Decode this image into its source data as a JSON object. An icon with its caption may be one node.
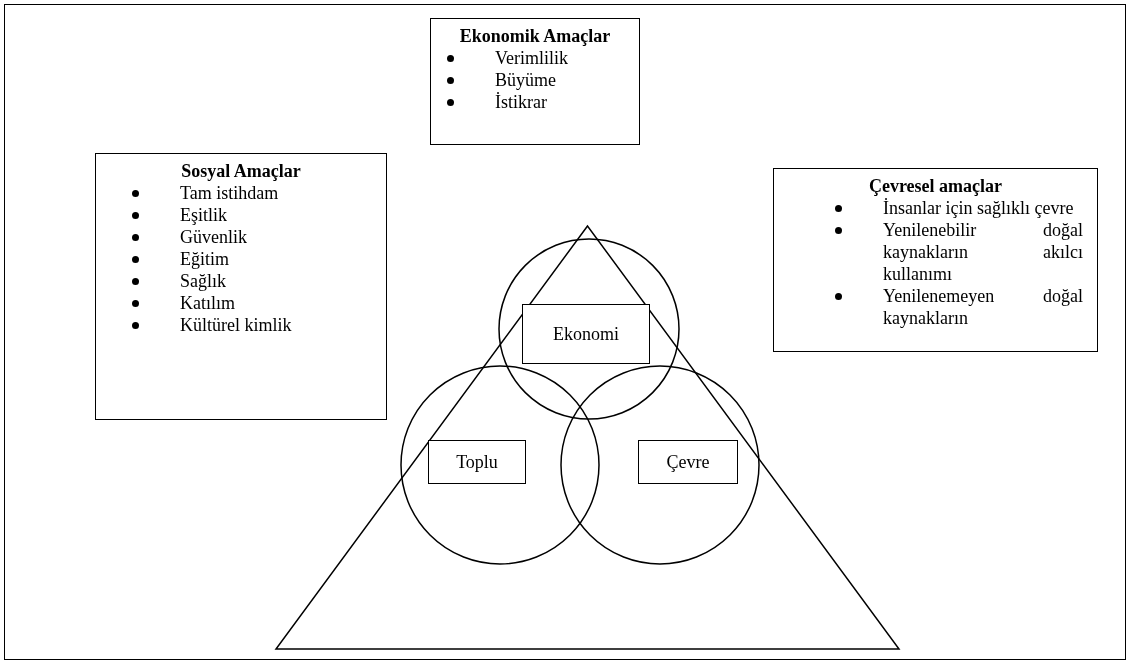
{
  "diagram": {
    "nodes": [
      {
        "text": [
          "Ekonomik Amaçlar",
          "Verimlilik",
          "Büyüme",
          "İstikrar"
        ]
      },
      {
        "text": [
          "Sosyal Amaçlar",
          "Tam istihdam",
          "Eşitlik",
          "Güvenlik",
          "Eğitim",
          "Sağlık",
          "Katılım",
          "Kültürel kimlik"
        ]
      },
      {
        "text": [
          "Çevresel amaçlar",
          "İnsanlar için sağlıklı çevre",
          "Yenilenebilir doğal kaynakların akılcı kullanımı",
          "Yenilenemeyen doğal kaynakların"
        ]
      },
      {
        "text": [],
        "shape": "triangle"
      },
      {
        "text": [],
        "shape": "circle",
        "in": 3
      },
      {
        "text": [
          "Ekonomi"
        ],
        "in": 4
      },
      {
        "text": [],
        "shape": "circle",
        "in": 3
      },
      {
        "text": [
          "Toplu"
        ],
        "in": 6
      },
      {
        "text": [],
        "shape": "circle",
        "in": 3
      },
      {
        "text": [
          "Çevre"
        ],
        "in": 8
      }
    ]
  }
}
